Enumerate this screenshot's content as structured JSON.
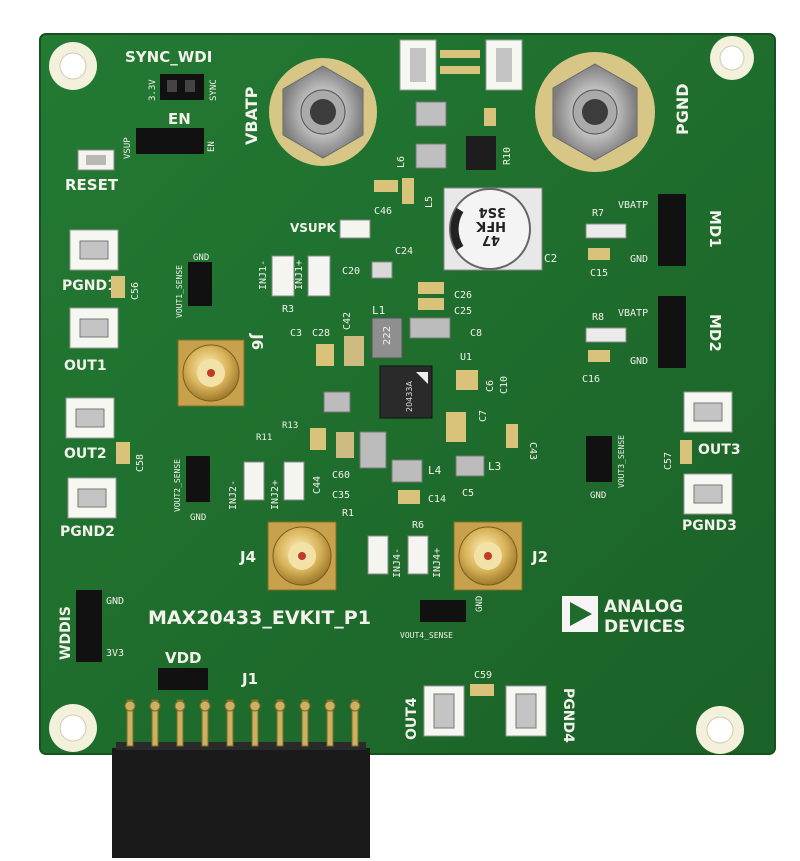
{
  "board": {
    "name": "MAX20433_EVKIT_P1",
    "brand_line1": "ANALOG",
    "brand_line2": "DEVICES",
    "colors": {
      "pcb": "#1f6b2c",
      "silk": "#f2f2ea",
      "copper": "#c9a45a",
      "header": "#1a1a1a"
    }
  },
  "jumpers": {
    "sync_wdi": {
      "title": "SYNC_WDI",
      "left": "3.3V",
      "right": "SYNC"
    },
    "en": {
      "title": "EN",
      "left": "VSUP",
      "right": "EN"
    },
    "reset": "RESET",
    "vout1_sense": {
      "title": "VOUT1_SENSE",
      "pin": "GND"
    },
    "vout2_sense": {
      "title": "VOUT2_SENSE",
      "pin": "GND"
    },
    "vout3_sense": {
      "title": "VOUT3_SENSE",
      "pin": "GND"
    },
    "vout4_sense": {
      "title": "VOUT4_SENSE",
      "pin": "GND"
    },
    "md1": {
      "title": "MD1",
      "top": "VBATP",
      "bottom": "GND"
    },
    "md2": {
      "title": "MD2",
      "top": "VBATP",
      "bottom": "GND"
    },
    "wddis": {
      "title": "WDDIS",
      "top": "GND",
      "bottom": "3V3"
    },
    "vdd": "VDD"
  },
  "terminals": {
    "vbatp": "VBATP",
    "pgnd": "PGND",
    "pgnd1": "PGND1",
    "out1": "OUT1",
    "out2": "OUT2",
    "pgnd2": "PGND2",
    "out3": "OUT3",
    "pgnd3": "PGND3",
    "out4": "OUT4",
    "pgnd4": "PGND4",
    "vsupk": "VSUPK"
  },
  "connectors": {
    "j1": "J1",
    "j2": "J2",
    "j4": "J4",
    "j6": "J6"
  },
  "injection": {
    "inj1_minus": "INJ1-",
    "inj1_plus": "INJ1+",
    "inj2_minus": "INJ2-",
    "inj2_plus": "INJ2+",
    "inj4_minus": "INJ4-",
    "inj4_plus": "INJ4+"
  },
  "refdes": {
    "c2": "C2",
    "c3": "C3",
    "c5": "C5",
    "c6": "C6",
    "c7": "C7",
    "c8": "C8",
    "c10": "C10",
    "c14": "C14",
    "c15": "C15",
    "c16": "C16",
    "c20": "C20",
    "c24": "C24",
    "c25": "C25",
    "c26": "C26",
    "c28": "C28",
    "c35": "C35",
    "c42": "C42",
    "c43": "C43",
    "c44": "C44",
    "c46": "C46",
    "c56": "C56",
    "c57": "C57",
    "c58": "C58",
    "c59": "C59",
    "c60": "C60",
    "r1": "R1",
    "r3": "R3",
    "r6": "R6",
    "r7": "R7",
    "r8": "R8",
    "r10": "R10",
    "r11": "R11",
    "r13": "R13",
    "l1": "L1",
    "l3": "L3",
    "l4": "L4",
    "l5": "L5",
    "l6": "L6",
    "u1": "U1"
  },
  "parts": {
    "cap_marking_1": "47",
    "cap_marking_2": "HFK",
    "cap_marking_3": "3S4",
    "inductor_marking": "222",
    "ic_marking": "20433A"
  }
}
